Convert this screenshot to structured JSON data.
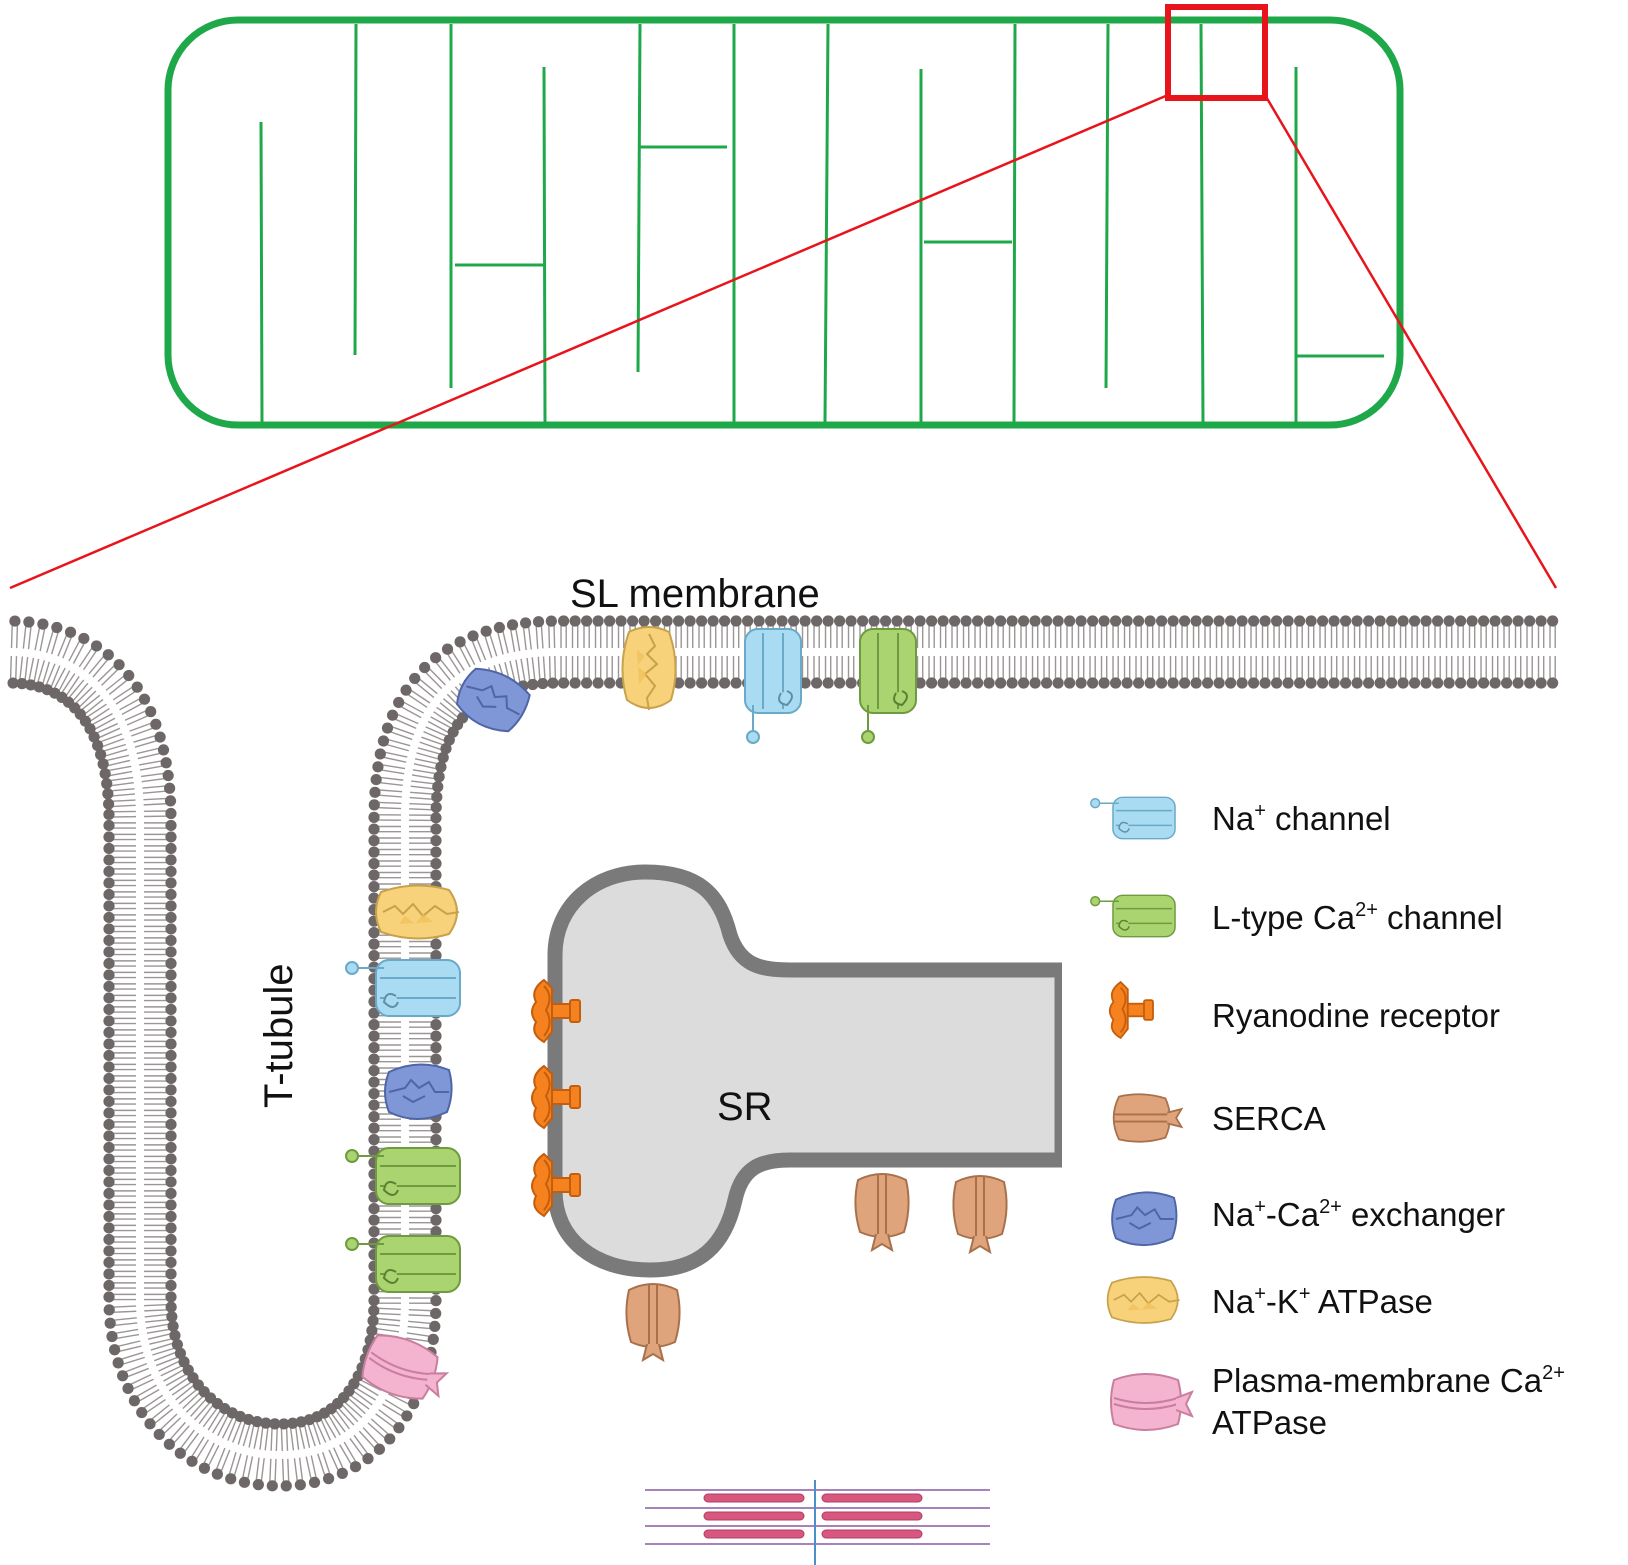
{
  "labels": {
    "sl_membrane": "SL membrane",
    "t_tubule": "T-tubule",
    "sr": "SR"
  },
  "legend": {
    "na_channel": {
      "base": "Na",
      "sup": "+",
      "rest": " channel"
    },
    "ltype": {
      "base": "L-type Ca",
      "sup": "2+",
      "rest": " channel"
    },
    "ryr": {
      "text": "Ryanodine receptor"
    },
    "serca": {
      "text": "SERCA"
    },
    "ncx": {
      "a": "Na",
      "a_sup": "+",
      "b": "-Ca",
      "b_sup": "2+",
      "rest": " exchanger"
    },
    "nka": {
      "a": "Na",
      "a_sup": "+",
      "b": "-K",
      "b_sup": "+",
      "rest": " ATPase"
    },
    "pmca": {
      "line1": "Plasma-membrane Ca",
      "line1_sup": "2+",
      "line2": "ATPase"
    }
  },
  "colors": {
    "cell_outline": "#1fa84a",
    "zoom_box": "#e8141c",
    "lipid_head": "#6d6767",
    "lipid_tail": "#9b9595",
    "sr_fill": "#dcdcdc",
    "sr_wall": "#7a7a7a",
    "na_channel": "#a9dcf2",
    "ltype_channel": "#a9d46f",
    "ryanodine_receptor": "#f5821f",
    "serca": "#e0a47c",
    "ncx": "#7f97d6",
    "nka": "#f8d27a",
    "pmca": "#f4b3cf"
  },
  "icons": [
    "na-channel-icon",
    "l-type-ca-channel-icon",
    "ryanodine-receptor-icon",
    "serca-icon",
    "na-ca-exchanger-icon",
    "na-k-atpase-icon",
    "pmca-icon",
    "sarcomere-icon"
  ]
}
